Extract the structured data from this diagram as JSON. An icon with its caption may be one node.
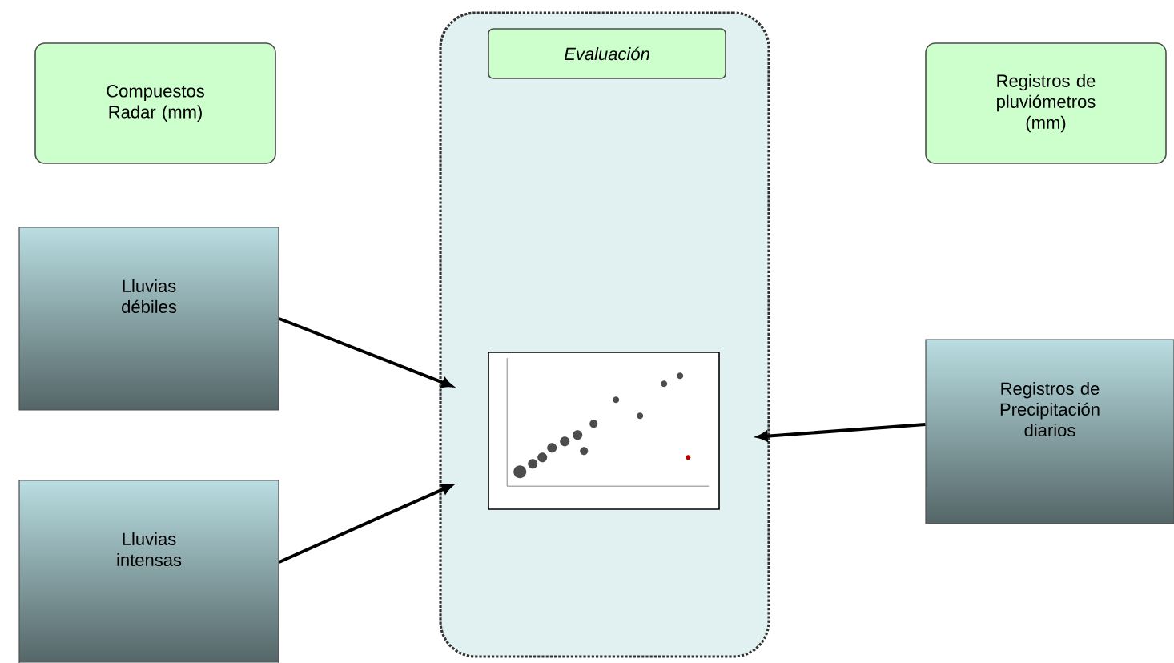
{
  "diagram": {
    "nodes": [
      {
        "text": [
          "Compuestos Radar (mm)"
        ]
      },
      {
        "text": [],
        "shape": "box"
      },
      {
        "text": [
          "Evaluación"
        ],
        "in": 1
      },
      {
        "text": [
          "Registros de pluviómetros (mm)"
        ]
      },
      {
        "text": [
          "Lluvias débiles"
        ]
      },
      {
        "text": [],
        "shape": "picture",
        "in": 1
      },
      {
        "text": [
          "Registros de Precipitación diarios"
        ]
      },
      {
        "text": [
          "Lluvias intensas"
        ]
      }
    ],
    "edges": [
      {
        "from": 4,
        "to": 5,
        "arrow": "to"
      },
      {
        "from": 7,
        "to": 5,
        "arrow": "to"
      },
      {
        "from": 6,
        "to": 5,
        "arrow": "to"
      }
    ]
  }
}
